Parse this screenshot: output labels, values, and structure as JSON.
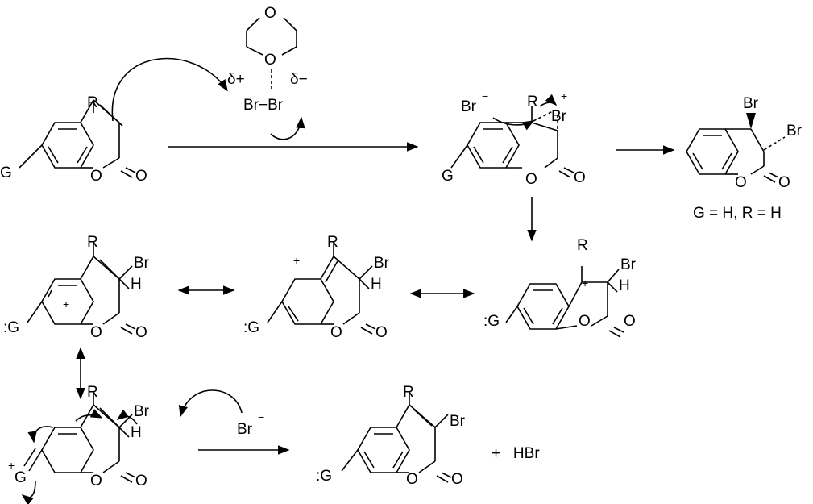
{
  "atoms": {
    "R": "R",
    "G": "G",
    "O": "O",
    "Br": "Br",
    "H": "H",
    "Gcolon": ":G",
    "plus": "+",
    "minus": "−",
    "Brminus": "Br",
    "Gplus": "G"
  },
  "reagent": {
    "delta_plus": "δ+",
    "delta_minus": "δ−",
    "bromine": "Br−Br"
  },
  "condition": "G = H, R = H",
  "byproduct": "+   HBr"
}
